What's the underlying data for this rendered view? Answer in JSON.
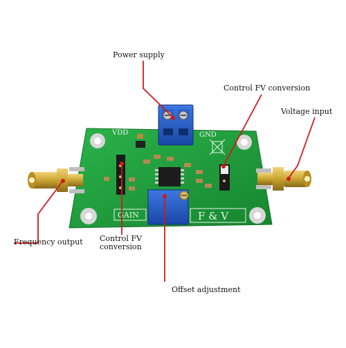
{
  "annotations": {
    "power_supply": "Power supply",
    "control_fv_top": "Control FV conversion",
    "voltage_input": "Voltage input",
    "frequency_output": "Frequency output",
    "control_fv_bottom_line1": "Control FV",
    "control_fv_bottom_line2": "conversion",
    "offset_adjustment": "Offset adjustment"
  },
  "board_silkscreen": {
    "vdd": "VDD",
    "gnd": "GND",
    "gain": "GAIN",
    "fv": "F & V"
  },
  "colors": {
    "pcb_green": "#1f9a3a",
    "terminal_blue": "#1a55c8",
    "gold": "#c9a431",
    "arrow_red": "#d01818"
  }
}
